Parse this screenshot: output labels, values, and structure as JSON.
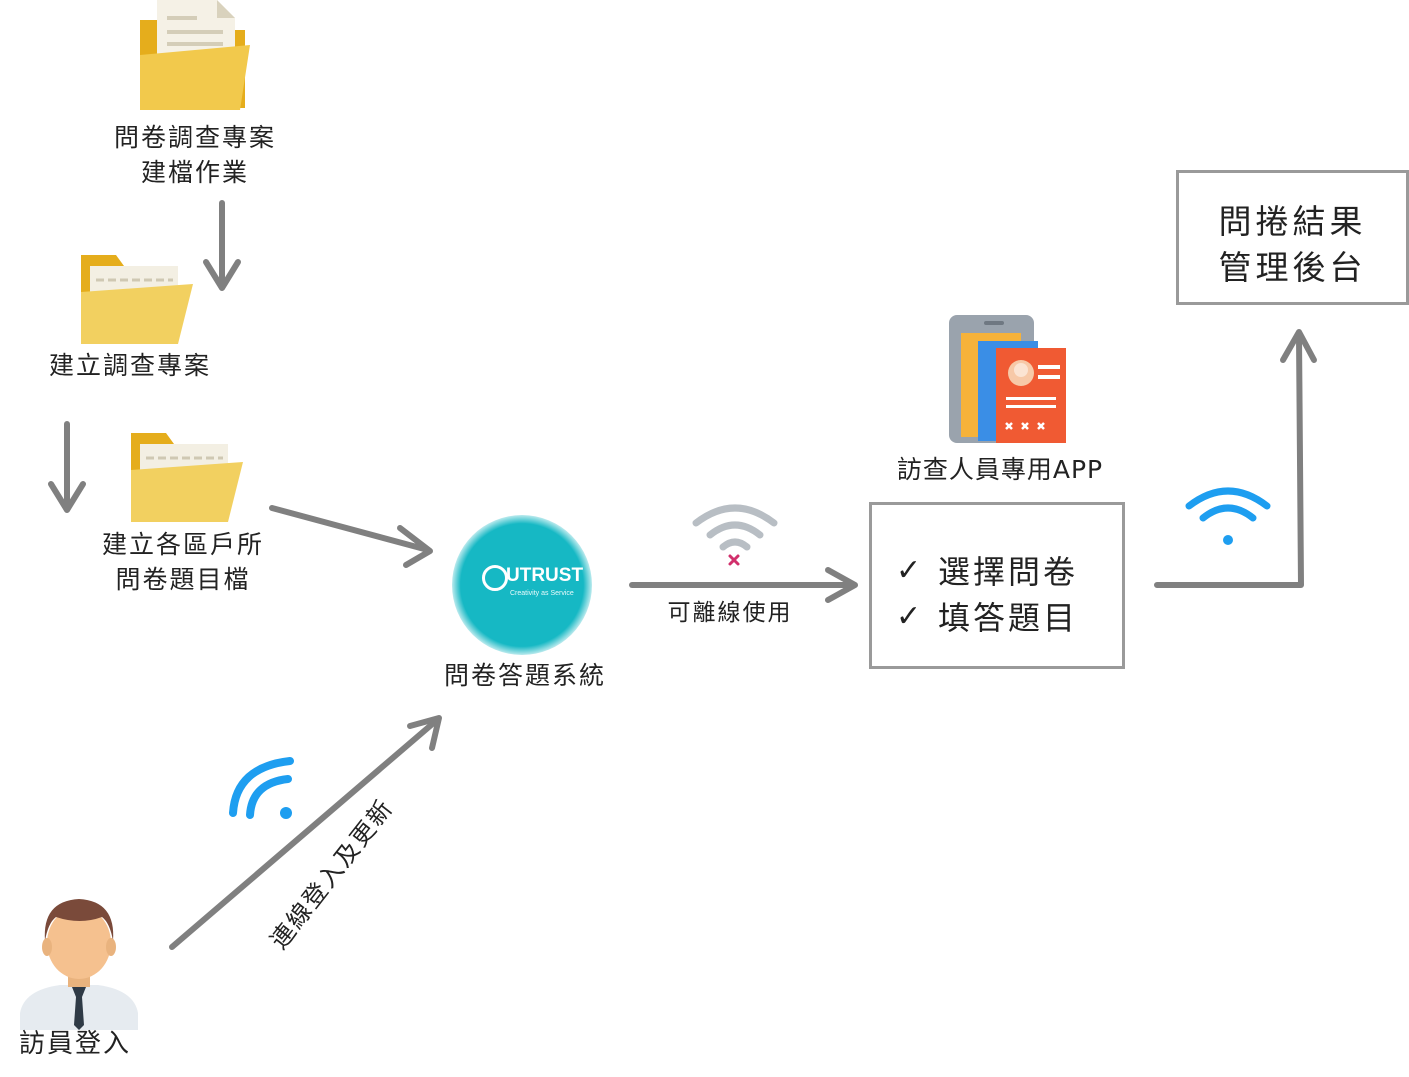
{
  "nodes": {
    "project_setup": {
      "line1": "問卷調查專案",
      "line2": "建檔作業"
    },
    "create_project": {
      "label": "建立調查專案"
    },
    "create_questionnaire": {
      "line1": "建立各區戶所",
      "line2": "問卷題目檔"
    },
    "answer_system": {
      "label": "問卷答題系統",
      "logo_text": "UTRUST",
      "logo_tagline": "Creativity as Service"
    },
    "interviewer_app": {
      "label": "訪查人員專用APP",
      "items": [
        "選擇問卷",
        "填答題目"
      ]
    },
    "results_backend": {
      "line1": "問捲結果",
      "line2": "管理後台"
    },
    "interviewer_login": {
      "label": "訪員登入"
    }
  },
  "edges": {
    "offline_label": "可離線使用",
    "login_update_label": "連線登入及更新"
  },
  "icons": {
    "folder": "folder-icon",
    "wifi_online": "wifi-icon",
    "wifi_offline": "wifi-off-icon",
    "app": "mobile-app-icon",
    "user": "user-avatar-icon",
    "check": "✓"
  },
  "colors": {
    "arrow": "#808080",
    "folder_yellow": "#f2c94c",
    "folder_dark": "#e5ad1c",
    "logo_teal": "#16b8c4",
    "wifi_blue": "#1e9ef0",
    "wifi_gray": "#b8bec4",
    "app_red": "#f05a33",
    "box_border": "#9a9a9a"
  }
}
